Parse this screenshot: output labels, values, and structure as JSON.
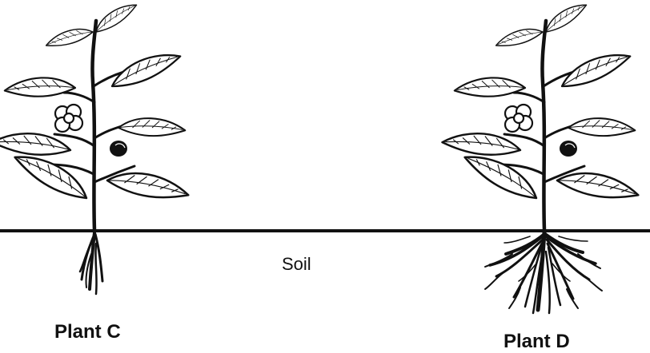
{
  "diagram": {
    "soil_label": "Soil",
    "plants": [
      {
        "label": "Plant C",
        "roots": "few"
      },
      {
        "label": "Plant D",
        "roots": "many"
      }
    ]
  }
}
